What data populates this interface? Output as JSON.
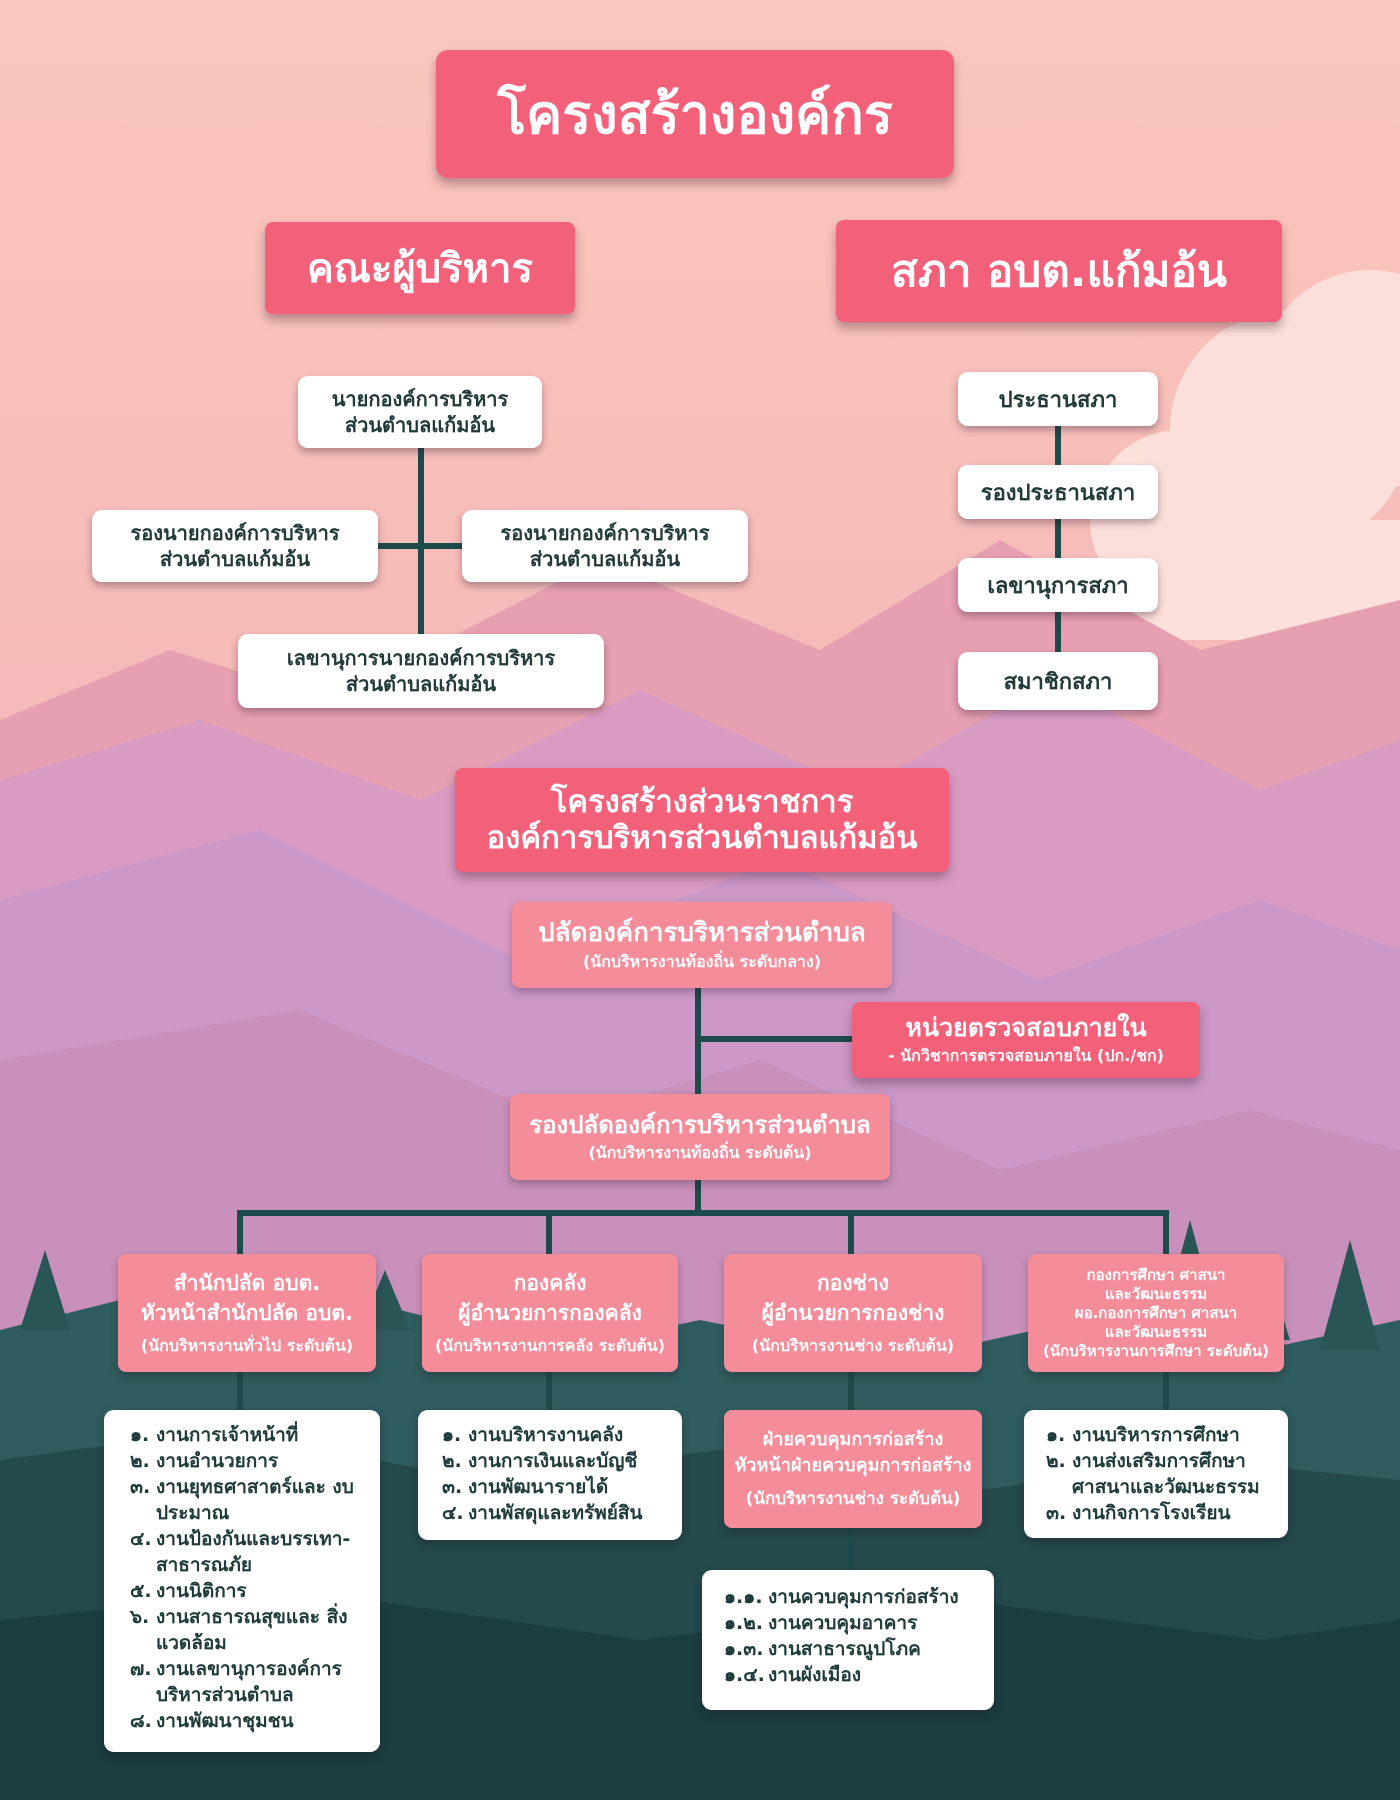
{
  "title": "โครงสร้างองค์กร",
  "executive": {
    "header": "คณะผู้บริหาร",
    "mayor": [
      "นายกองค์การบริหาร",
      "ส่วนตำบลแก้มอ้น"
    ],
    "deputy_left": [
      "รองนายกองค์การบริหาร",
      "ส่วนตำบลแก้มอ้น"
    ],
    "deputy_right": [
      "รองนายกองค์การบริหาร",
      "ส่วนตำบลแก้มอ้น"
    ],
    "secretary": [
      "เลขานุการนายกองค์การบริหาร",
      "ส่วนตำบลแก้มอ้น"
    ]
  },
  "council": {
    "header": "สภา อบต.แก้มอ้น",
    "chair": "ประธานสภา",
    "vice_chair": "รองประธานสภา",
    "secretary": "เลขานุการสภา",
    "members": "สมาชิกสภา"
  },
  "admin": {
    "header": [
      "โครงสร้างส่วนราชการ",
      "องค์การบริหารส่วนตำบลแก้มอ้น"
    ],
    "chief": {
      "title": "ปลัดองค์การบริหารส่วนตำบล",
      "sub": "(นักบริหารงานท้องถิ่น ระดับกลาง)"
    },
    "audit": {
      "title": "หน่วยตรวจสอบภายใน",
      "sub": "- นักวิชาการตรวจสอบภายใน (ปก./ชก)"
    },
    "deputy": {
      "title": "รองปลัดองค์การบริหารส่วนตำบล",
      "sub": "(นักบริหารงานท้องถิ่น ระดับต้น)"
    },
    "departments": [
      {
        "line1": "สำนักปลัด อบต.",
        "line2": "หัวหน้าสำนักปลัด อบต.",
        "sub": "(นักบริหารงานทั่วไป ระดับต้น)"
      },
      {
        "line1": "กองคลัง",
        "line2": "ผู้อำนวยการกองคลัง",
        "sub": "(นักบริหารงานการคลัง ระดับต้น)"
      },
      {
        "line1": "กองช่าง",
        "line2": "ผู้อำนวยการกองช่าง",
        "sub": "(นักบริหารงานช่าง ระดับต้น)"
      },
      {
        "line1": "กองการศึกษา ศาสนา",
        "line2": "และวัฒนะธรรม",
        "line3": "ผอ.กองการศึกษา ศาสนา",
        "line4": "และวัฒนะธรรม",
        "sub": "(นักบริหารงานการศึกษา ระดับต้น)"
      }
    ],
    "construction_control": {
      "line1": "ฝ่ายควบคุมการก่อสร้าง",
      "line2": "หัวหน้าฝ่ายควบคุมการก่อสร้าง",
      "sub": "(นักบริหารงานช่าง ระดับต้น)"
    },
    "lists": {
      "office": [
        {
          "num": "๑.",
          "text": "งานการเจ้าหน้าที่"
        },
        {
          "num": "๒.",
          "text": "งานอำนวยการ"
        },
        {
          "num": "๓.",
          "text": "งานยุทธศาสาตร์และ งบประมาณ"
        },
        {
          "num": "๔.",
          "text": "งานป้องกันและบรรเทา- สาธารณภัย"
        },
        {
          "num": "๕.",
          "text": "งานนิติการ"
        },
        {
          "num": "๖.",
          "text": "งานสาธารณสุขและ สิ่งแวดล้อม"
        },
        {
          "num": "๗.",
          "text": "งานเลขานุการองค์การ บริหารส่วนตำบล"
        },
        {
          "num": "๘.",
          "text": "งานพัฒนาชุมชน"
        }
      ],
      "finance": [
        {
          "num": "๑.",
          "text": "งานบริหารงานคลัง"
        },
        {
          "num": "๒.",
          "text": "งานการเงินและบัญชี"
        },
        {
          "num": "๓.",
          "text": "งานพัฒนารายได้"
        },
        {
          "num": "๔.",
          "text": "งานพัสดุและทรัพย์สิน"
        }
      ],
      "engineering": [
        {
          "num": "๑.๑.",
          "text": "งานควบคุมการก่อสร้าง"
        },
        {
          "num": "๑.๒.",
          "text": "งานควบคุมอาคาร"
        },
        {
          "num": "๑.๓.",
          "text": "งานสาธารณูปโภค"
        },
        {
          "num": "๑.๔.",
          "text": "งานผังเมือง"
        }
      ],
      "education": [
        {
          "num": "๑.",
          "text": "งานบริหารการศึกษา"
        },
        {
          "num": "๒.",
          "text": "งานส่งเสริมการศึกษา ศาสนาและวัฒนะธรรม"
        },
        {
          "num": "๓.",
          "text": "งานกิจการโรงเรียน"
        }
      ]
    }
  },
  "colors": {
    "accent": "#f2607a",
    "pink_box": "#f48c9a",
    "connector": "#1d4a4a",
    "text_dark": "#223a3a"
  }
}
